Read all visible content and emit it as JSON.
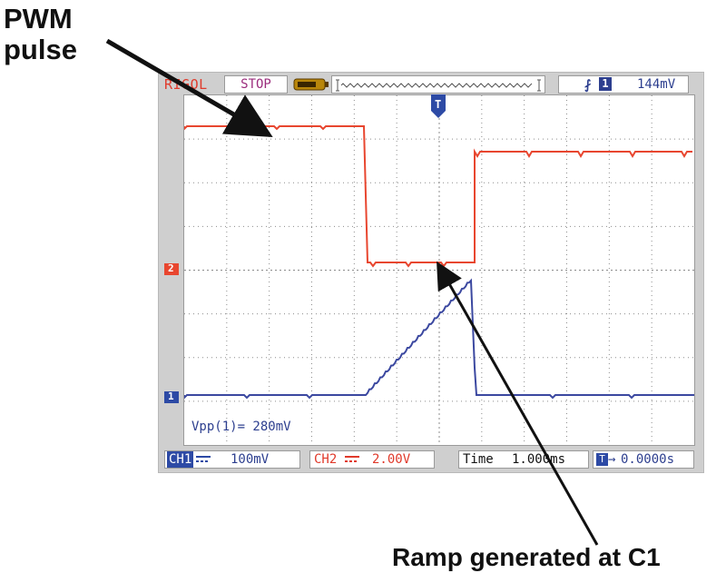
{
  "annotations": {
    "pwm_label": "PWM\npulse",
    "ramp_label": "Ramp generated at C1"
  },
  "scope": {
    "brand": "RIGOL",
    "run_state": "STOP",
    "trigger": {
      "edge_icon": "rising-edge-icon",
      "source": "1",
      "level": "144mV"
    },
    "trigger_marker": "T",
    "ch1_marker": "1",
    "ch2_marker": "2",
    "measurement": "Vpp(1)= 280mV",
    "ch1": {
      "label": "CH1",
      "coupling_icon": "dc-coupling-icon",
      "scale": "100mV"
    },
    "ch2": {
      "label": "CH2",
      "coupling_icon": "dc-coupling-icon",
      "scale": "2.00V"
    },
    "time": {
      "label": "Time",
      "value": "1.000ms"
    },
    "offset": {
      "icon": "trigger-offset-icon",
      "value": "0.0000s"
    }
  },
  "colors": {
    "ch1_trace": "#3b48a0",
    "ch2_trace": "#e8462f",
    "brand": "#e03a2b",
    "run_state": "#9b2d7d",
    "panel": "#cfcfcf",
    "grid": "#8c8c8c"
  }
}
